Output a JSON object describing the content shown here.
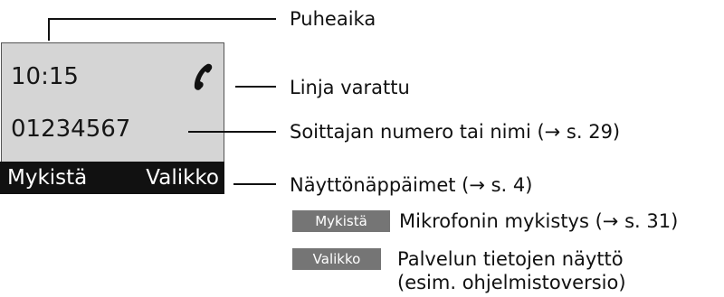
{
  "display": {
    "time": "10:15",
    "number": "01234567",
    "status_icon": "handset-icon",
    "softkeys": {
      "left": "Mykistä",
      "right": "Valikko"
    }
  },
  "callouts": {
    "talk_time": "Puheaika",
    "line_busy": "Linja varattu",
    "caller": "Soittajan numero tai nimi (→ s. 29)",
    "softkeys": "Näyttönäppäimet (→ s. 4)"
  },
  "legend": [
    {
      "key": "Mykistä",
      "text": "Mikrofonin mykistys (→ s. 31)"
    },
    {
      "key": "Valikko",
      "text": "Palvelun tietojen näyttö",
      "text2": "(esim. ohjelmistoversio)"
    }
  ],
  "colors": {
    "display_bg": "#d5d5d5",
    "softbar_bg": "#111111",
    "chip_bg": "#757575"
  }
}
